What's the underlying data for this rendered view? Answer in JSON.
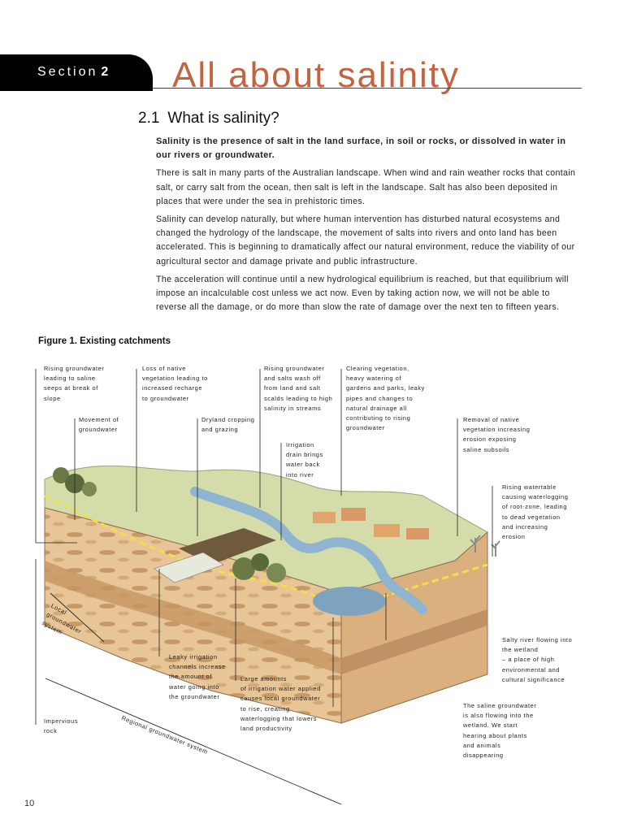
{
  "header": {
    "section_word": "Section",
    "section_number": "2",
    "title": "All about salinity"
  },
  "subsection": {
    "number": "2.1",
    "title": "What is salinity?"
  },
  "paragraphs": [
    "Salinity is the presence of salt in the land surface, in soil or rocks, or dissolved in water in our rivers or groundwater.",
    "There is salt in many parts of the Australian landscape. When wind and rain weather rocks that contain salt, or carry salt from the ocean, then salt is left in the landscape. Salt has also been deposited in places that were under the sea in prehistoric times.",
    "Salinity can develop naturally, but where human intervention has disturbed natural ecosystems and changed the hydrology of the landscape, the movement of salts into rivers and onto land has been accelerated. This is beginning to dramatically affect our natural environment, reduce the viability of our agricultural sector and damage private and public infrastructure.",
    "The acceleration will continue until a new hydrological equilibrium is reached, but that equilibrium will impose an incalculable cost unless we act now. Even by taking action now, we will not be able to reverse all the damage, or do more than slow the rate of damage over the next ten to fifteen years."
  ],
  "figure": {
    "title": "Figure 1. Existing catchments",
    "annotations": {
      "rising_groundwater_seeps": "Rising groundwater\nleading to saline\nseeps at break of\nslope",
      "loss_native_vegetation": "Loss of native\nvegetation leading to\nincreased recharge\nto groundwater",
      "rising_groundwater_salts": "Rising groundwater\nand salts wash off\nfrom land and salt\nscalds leading to high\nsalinity in streams",
      "clearing_vegetation": "Clearing vegetation,\nheavy watering of\ngardens and parks, leaky\npipes and changes to\nnatural drainage all\ncontributing to rising\ngroundwater",
      "movement_groundwater": "Movement of\ngroundwater",
      "dryland_cropping": "Dryland cropping\nand grazing",
      "irrigation_drain": "Irrigation\ndrain brings\nwater back\ninto river",
      "removal_native_vegetation": "Removal of native\nvegetation increasing\nerosion exposing\nsaline subsoils",
      "rising_watertable": "Rising watertable\ncausing waterlogging\nof root-zone, leading\nto dead vegetation\nand increasing\nerosion",
      "salty_river": "Salty river flowing into\nthe wetland\n– a place of high\nenvironmental and\ncultural significance",
      "leaky_irrigation": "Leaky irrigation\nchannels increase\nthe amount of\nwater going into\nthe groundwater",
      "large_amounts_irrigation": "Large amounts\nof irrigation water applied\ncauses local groundwater\nto rise, creating\nwaterlogging that lowers\nland productivity",
      "saline_groundwater_wetland": "The saline groundwater\nis also flowing into the\nwetland. We start\nhearing about plants\nand animals\ndisappearing",
      "impervious_rock": "Impervious\nrock",
      "local_groundwater_system": "Local\ngroundwater\nsystem",
      "regional_groundwater_system": "Regional groundwater system"
    }
  },
  "page_number": "10",
  "colors": {
    "title": "#c1643f",
    "tab": "#000000",
    "grass": "#d6dfae",
    "soil": "#e9c99a",
    "soil_dark": "#b98a5e",
    "water": "#8fb4cf",
    "aquifer_line": "#f1e04a"
  }
}
